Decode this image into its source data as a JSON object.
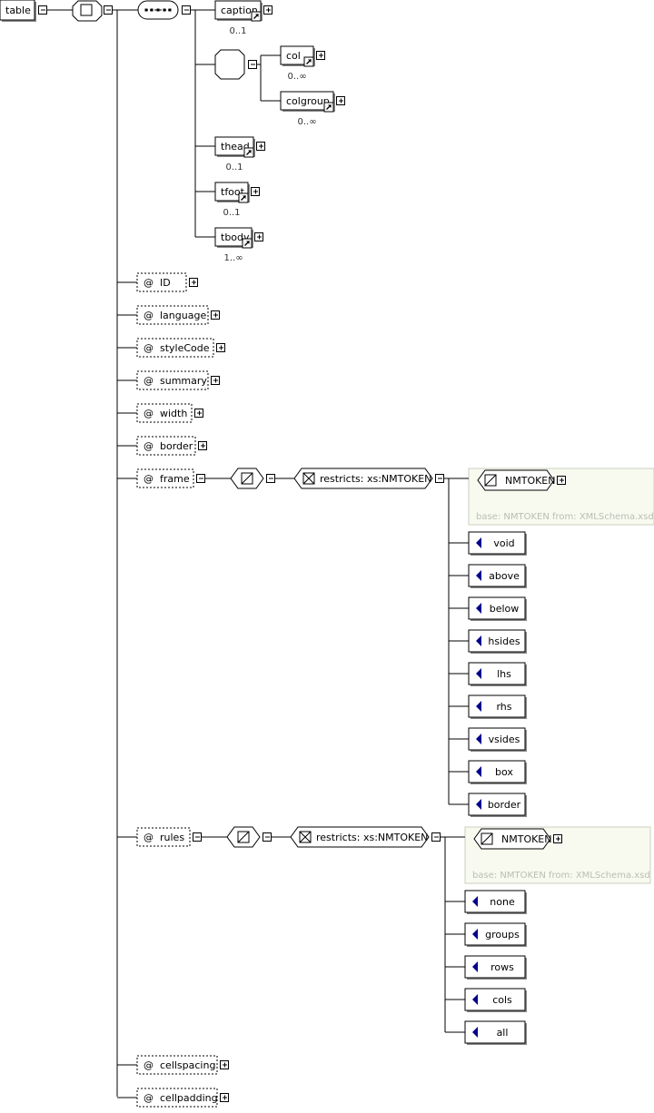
{
  "root": {
    "label": "table"
  },
  "sequence_children": [
    {
      "id": "caption",
      "label": "caption",
      "occurs": "0..1"
    },
    {
      "id": "thead",
      "label": "thead",
      "occurs": "0..1"
    },
    {
      "id": "tfoot",
      "label": "tfoot",
      "occurs": "0..1"
    },
    {
      "id": "tbody",
      "label": "tbody",
      "occurs": "1..∞"
    }
  ],
  "choice_children": [
    {
      "id": "col",
      "label": "col",
      "occurs": "0..∞"
    },
    {
      "id": "colgroup",
      "label": "colgroup",
      "occurs": "0..∞"
    }
  ],
  "attributes": [
    {
      "id": "id",
      "label": "ID"
    },
    {
      "id": "language",
      "label": "language"
    },
    {
      "id": "stylecode",
      "label": "styleCode"
    },
    {
      "id": "summary",
      "label": "summary"
    },
    {
      "id": "width",
      "label": "width"
    },
    {
      "id": "border",
      "label": "border"
    },
    {
      "id": "frame",
      "label": "frame"
    },
    {
      "id": "rules",
      "label": "rules"
    },
    {
      "id": "cellspacing",
      "label": "cellspacing"
    },
    {
      "id": "cellpadding",
      "label": "cellpadding"
    }
  ],
  "frame": {
    "restriction": "restricts: xs:NMTOKEN",
    "base_type": "NMTOKEN",
    "base_note": "base: NMTOKEN from: XMLSchema.xsd",
    "enumerations": [
      "void",
      "above",
      "below",
      "hsides",
      "lhs",
      "rhs",
      "vsides",
      "box",
      "border"
    ]
  },
  "rules": {
    "restriction": "restricts: xs:NMTOKEN",
    "base_type": "NMTOKEN",
    "base_note": "base: NMTOKEN from: XMLSchema.xsd",
    "enumerations": [
      "none",
      "groups",
      "rows",
      "cols",
      "all"
    ]
  },
  "attribute_prefix": "@",
  "colors": {
    "line": "#000000",
    "note_box_fill": "#f8faf0",
    "note_box_border": "#c8d0c0",
    "enum_arrow": "#00008b",
    "attr_border": "#000000"
  }
}
